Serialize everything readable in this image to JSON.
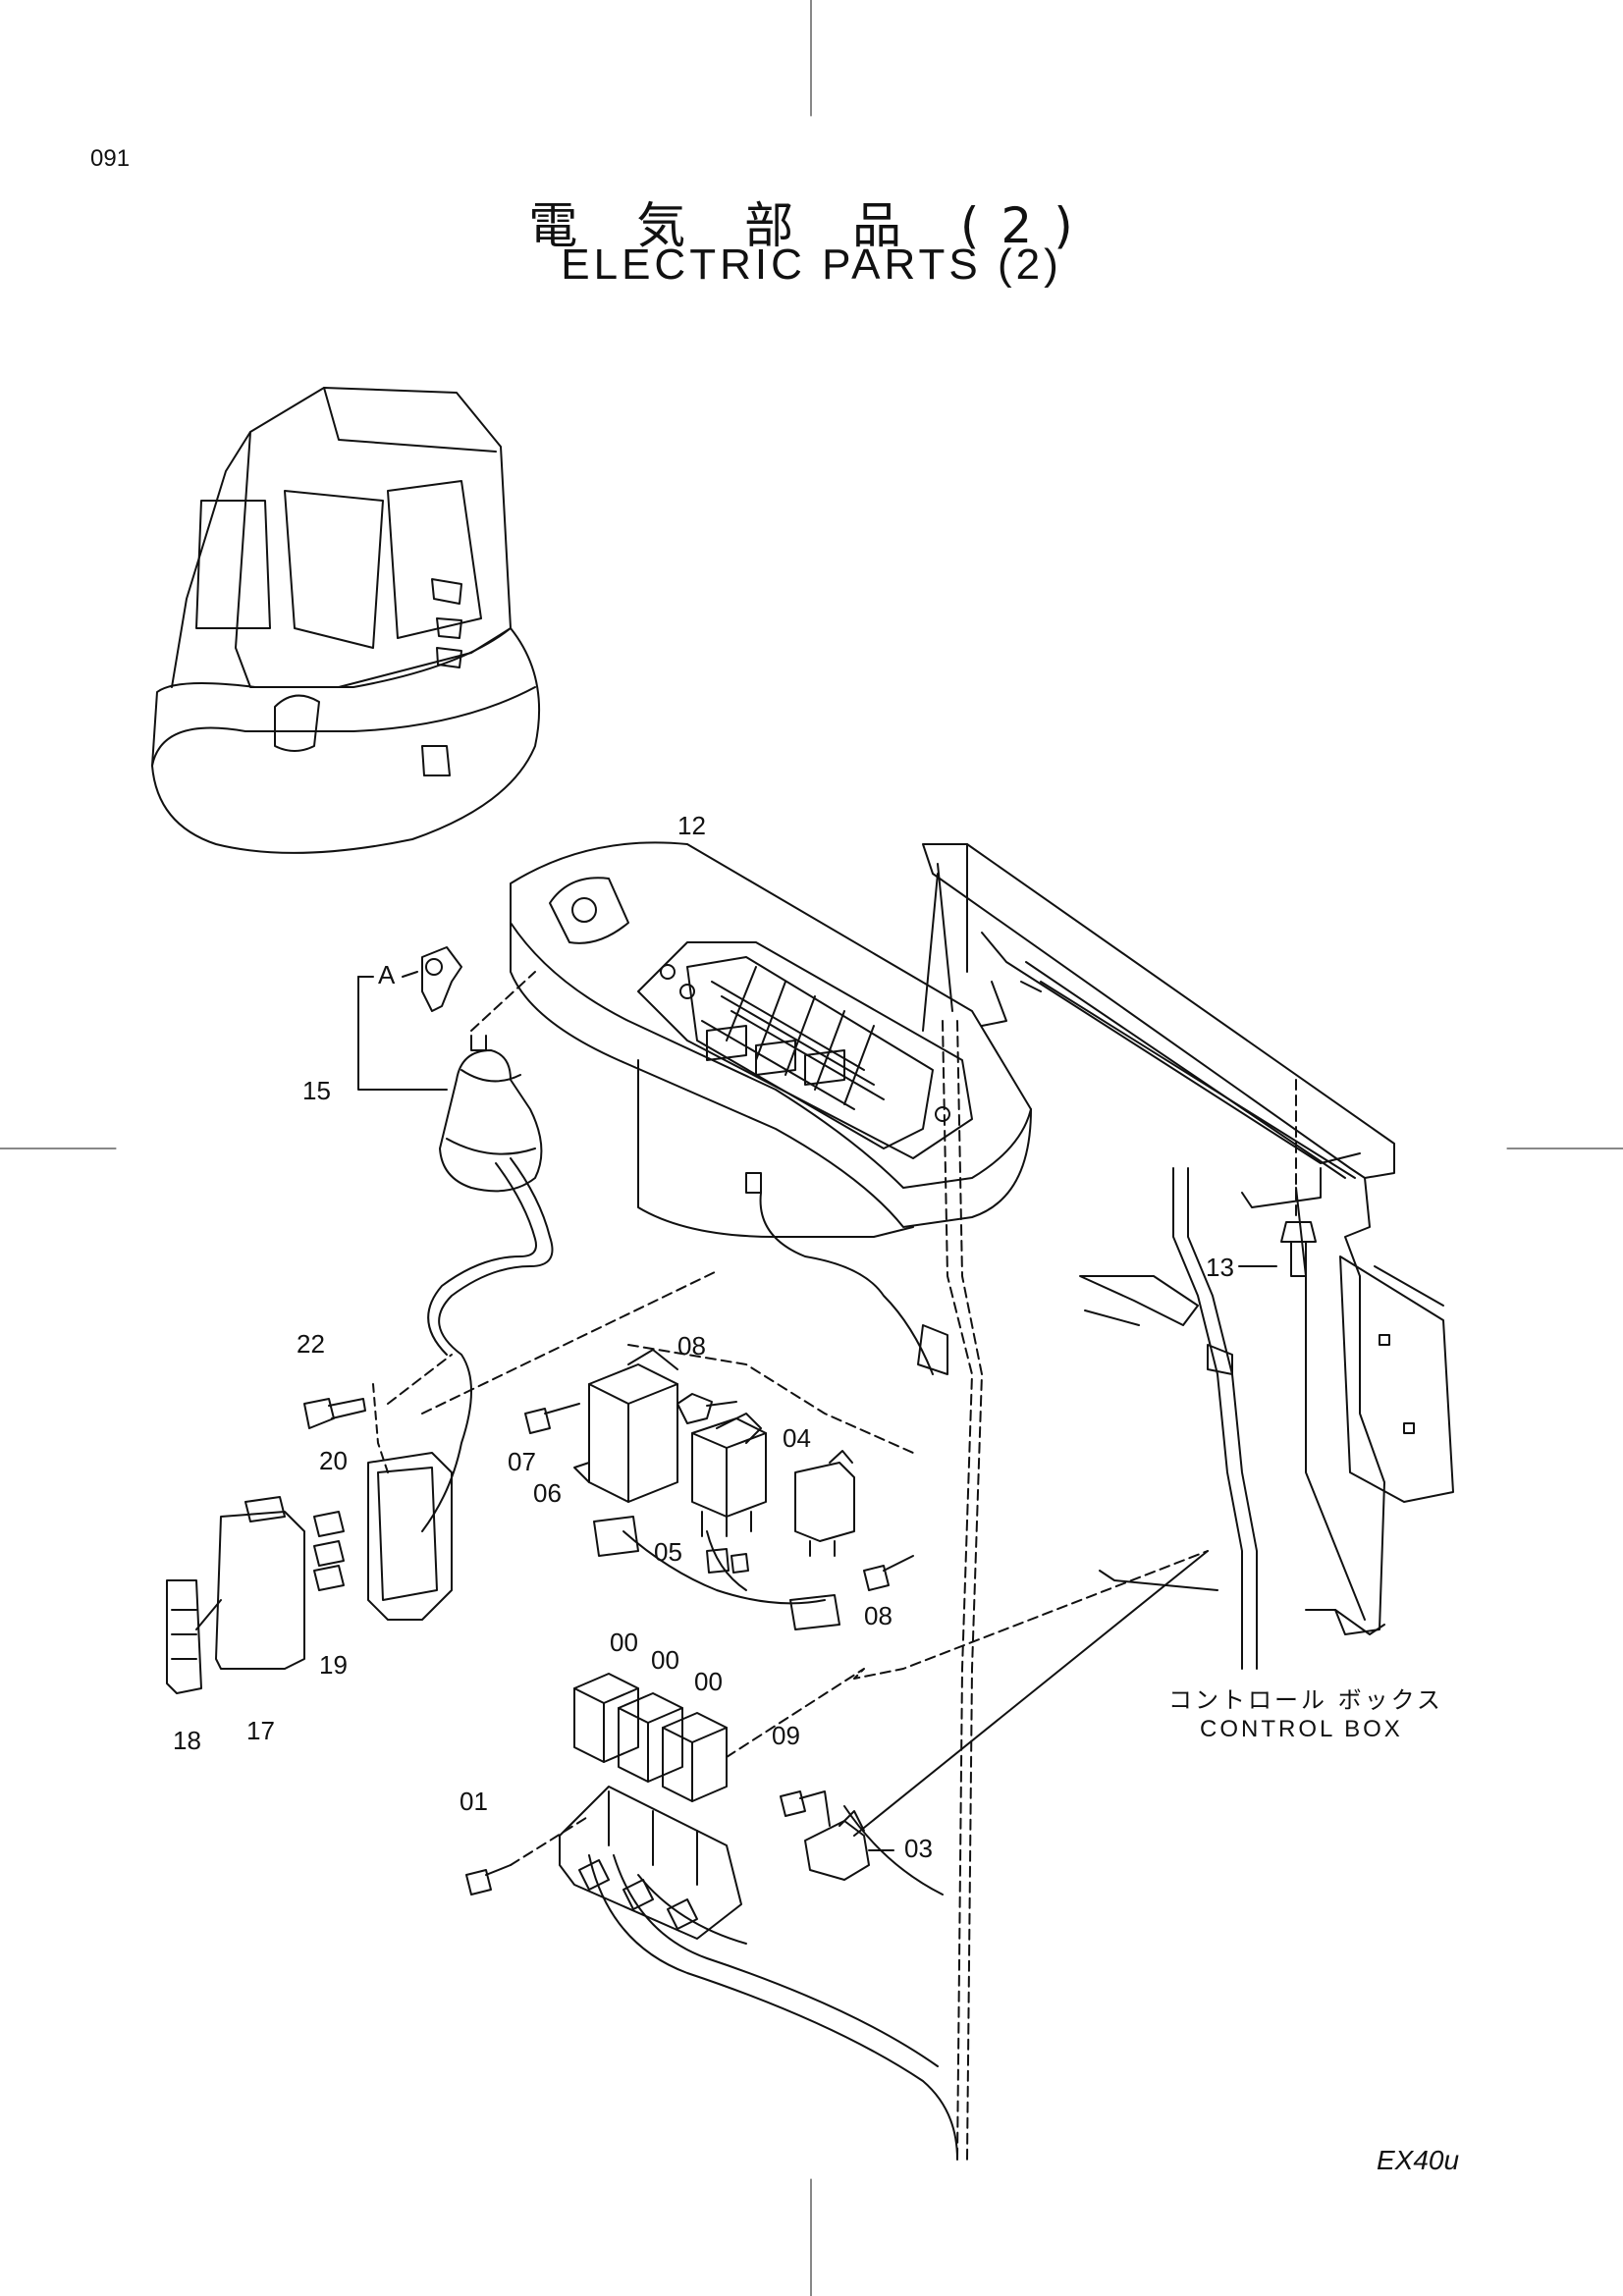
{
  "page": {
    "number": "091",
    "title_jp": "電 気 部 品 (2)",
    "title_en": "ELECTRIC PARTS (2)",
    "model": "EX40u"
  },
  "control_box_label": {
    "jp": "コントロール ボックス",
    "en": "CONTROL BOX"
  },
  "callouts": {
    "c12": "12",
    "cA": "A",
    "c15": "15",
    "c13": "13",
    "c22": "22",
    "c08a": "08",
    "c07": "07",
    "c06": "06",
    "c04": "04",
    "c20": "20",
    "c05": "05",
    "c08b": "08",
    "c19": "19",
    "c00a": "00",
    "c00b": "00",
    "c00c": "00",
    "c18": "18",
    "c17": "17",
    "c09": "09",
    "c01": "01",
    "c03": "03"
  }
}
